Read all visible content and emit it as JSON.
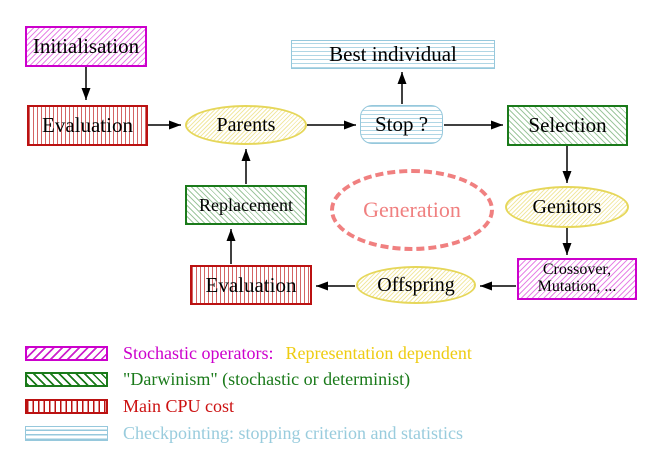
{
  "diagram": {
    "nodes": {
      "initialisation": "Initialisation",
      "evaluation_top": "Evaluation",
      "parents": "Parents",
      "best_individual": "Best individual",
      "stop": "Stop ?",
      "selection": "Selection",
      "replacement": "Replacement",
      "generation": "Generation",
      "genitors": "Genitors",
      "crossover_line1": "Crossover,",
      "crossover_line2": "Mutation, ...",
      "evaluation_bottom": "Evaluation",
      "offspring": "Offspring"
    },
    "edges": [
      {
        "from": "Initialisation",
        "to": "Evaluation"
      },
      {
        "from": "Evaluation",
        "to": "Parents"
      },
      {
        "from": "Parents",
        "to": "Stop ?"
      },
      {
        "from": "Stop ?",
        "to": "Best individual"
      },
      {
        "from": "Stop ?",
        "to": "Selection"
      },
      {
        "from": "Selection",
        "to": "Genitors"
      },
      {
        "from": "Genitors",
        "to": "Crossover, Mutation, ..."
      },
      {
        "from": "Crossover, Mutation, ...",
        "to": "Offspring"
      },
      {
        "from": "Offspring",
        "to": "Evaluation"
      },
      {
        "from": "Evaluation",
        "to": "Replacement"
      },
      {
        "from": "Replacement",
        "to": "Parents"
      }
    ]
  },
  "legend": {
    "items": [
      {
        "swatch": "magenta-diagonal-hatch",
        "label": "Stochastic operators:",
        "label_secondary": "Representation dependent"
      },
      {
        "swatch": "green-diagonal-hatch",
        "label": "\"Darwinism\" (stochastic or determinist)"
      },
      {
        "swatch": "red-vertical-stripes",
        "label": "Main CPU cost"
      },
      {
        "swatch": "cyan-horizontal-stripes",
        "label": "Checkpointing: stopping criterion and statistics"
      }
    ]
  },
  "colors": {
    "magenta": "#cc00cc",
    "green": "#1a7a1a",
    "red": "#bb1111",
    "cyan_border": "#96c8dc",
    "cyan_text": "#99ccdd",
    "yellow_border": "#e6d75a",
    "gold_text": "#eecc11",
    "coral": "#f08080",
    "arrow": "#000000",
    "background": "#ffffff"
  }
}
